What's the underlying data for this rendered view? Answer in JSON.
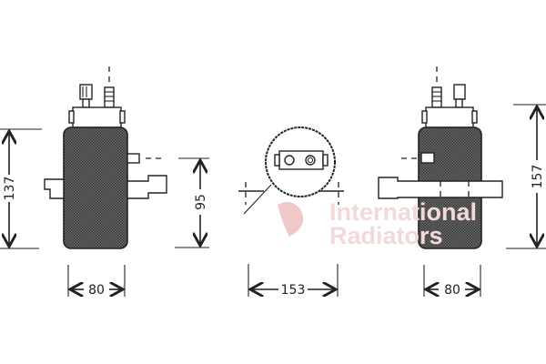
{
  "watermark": {
    "line1": "International",
    "line2": "Radiators",
    "logo_color": "#e8b0b0"
  },
  "views": {
    "left": {
      "height_label": "137",
      "offset_label": "95",
      "width_label": "80"
    },
    "middle": {
      "width_label": "153"
    },
    "right": {
      "height_label": "157",
      "width_label": "80"
    }
  },
  "colors": {
    "line": "#222222",
    "body_hatch": "#555555"
  }
}
